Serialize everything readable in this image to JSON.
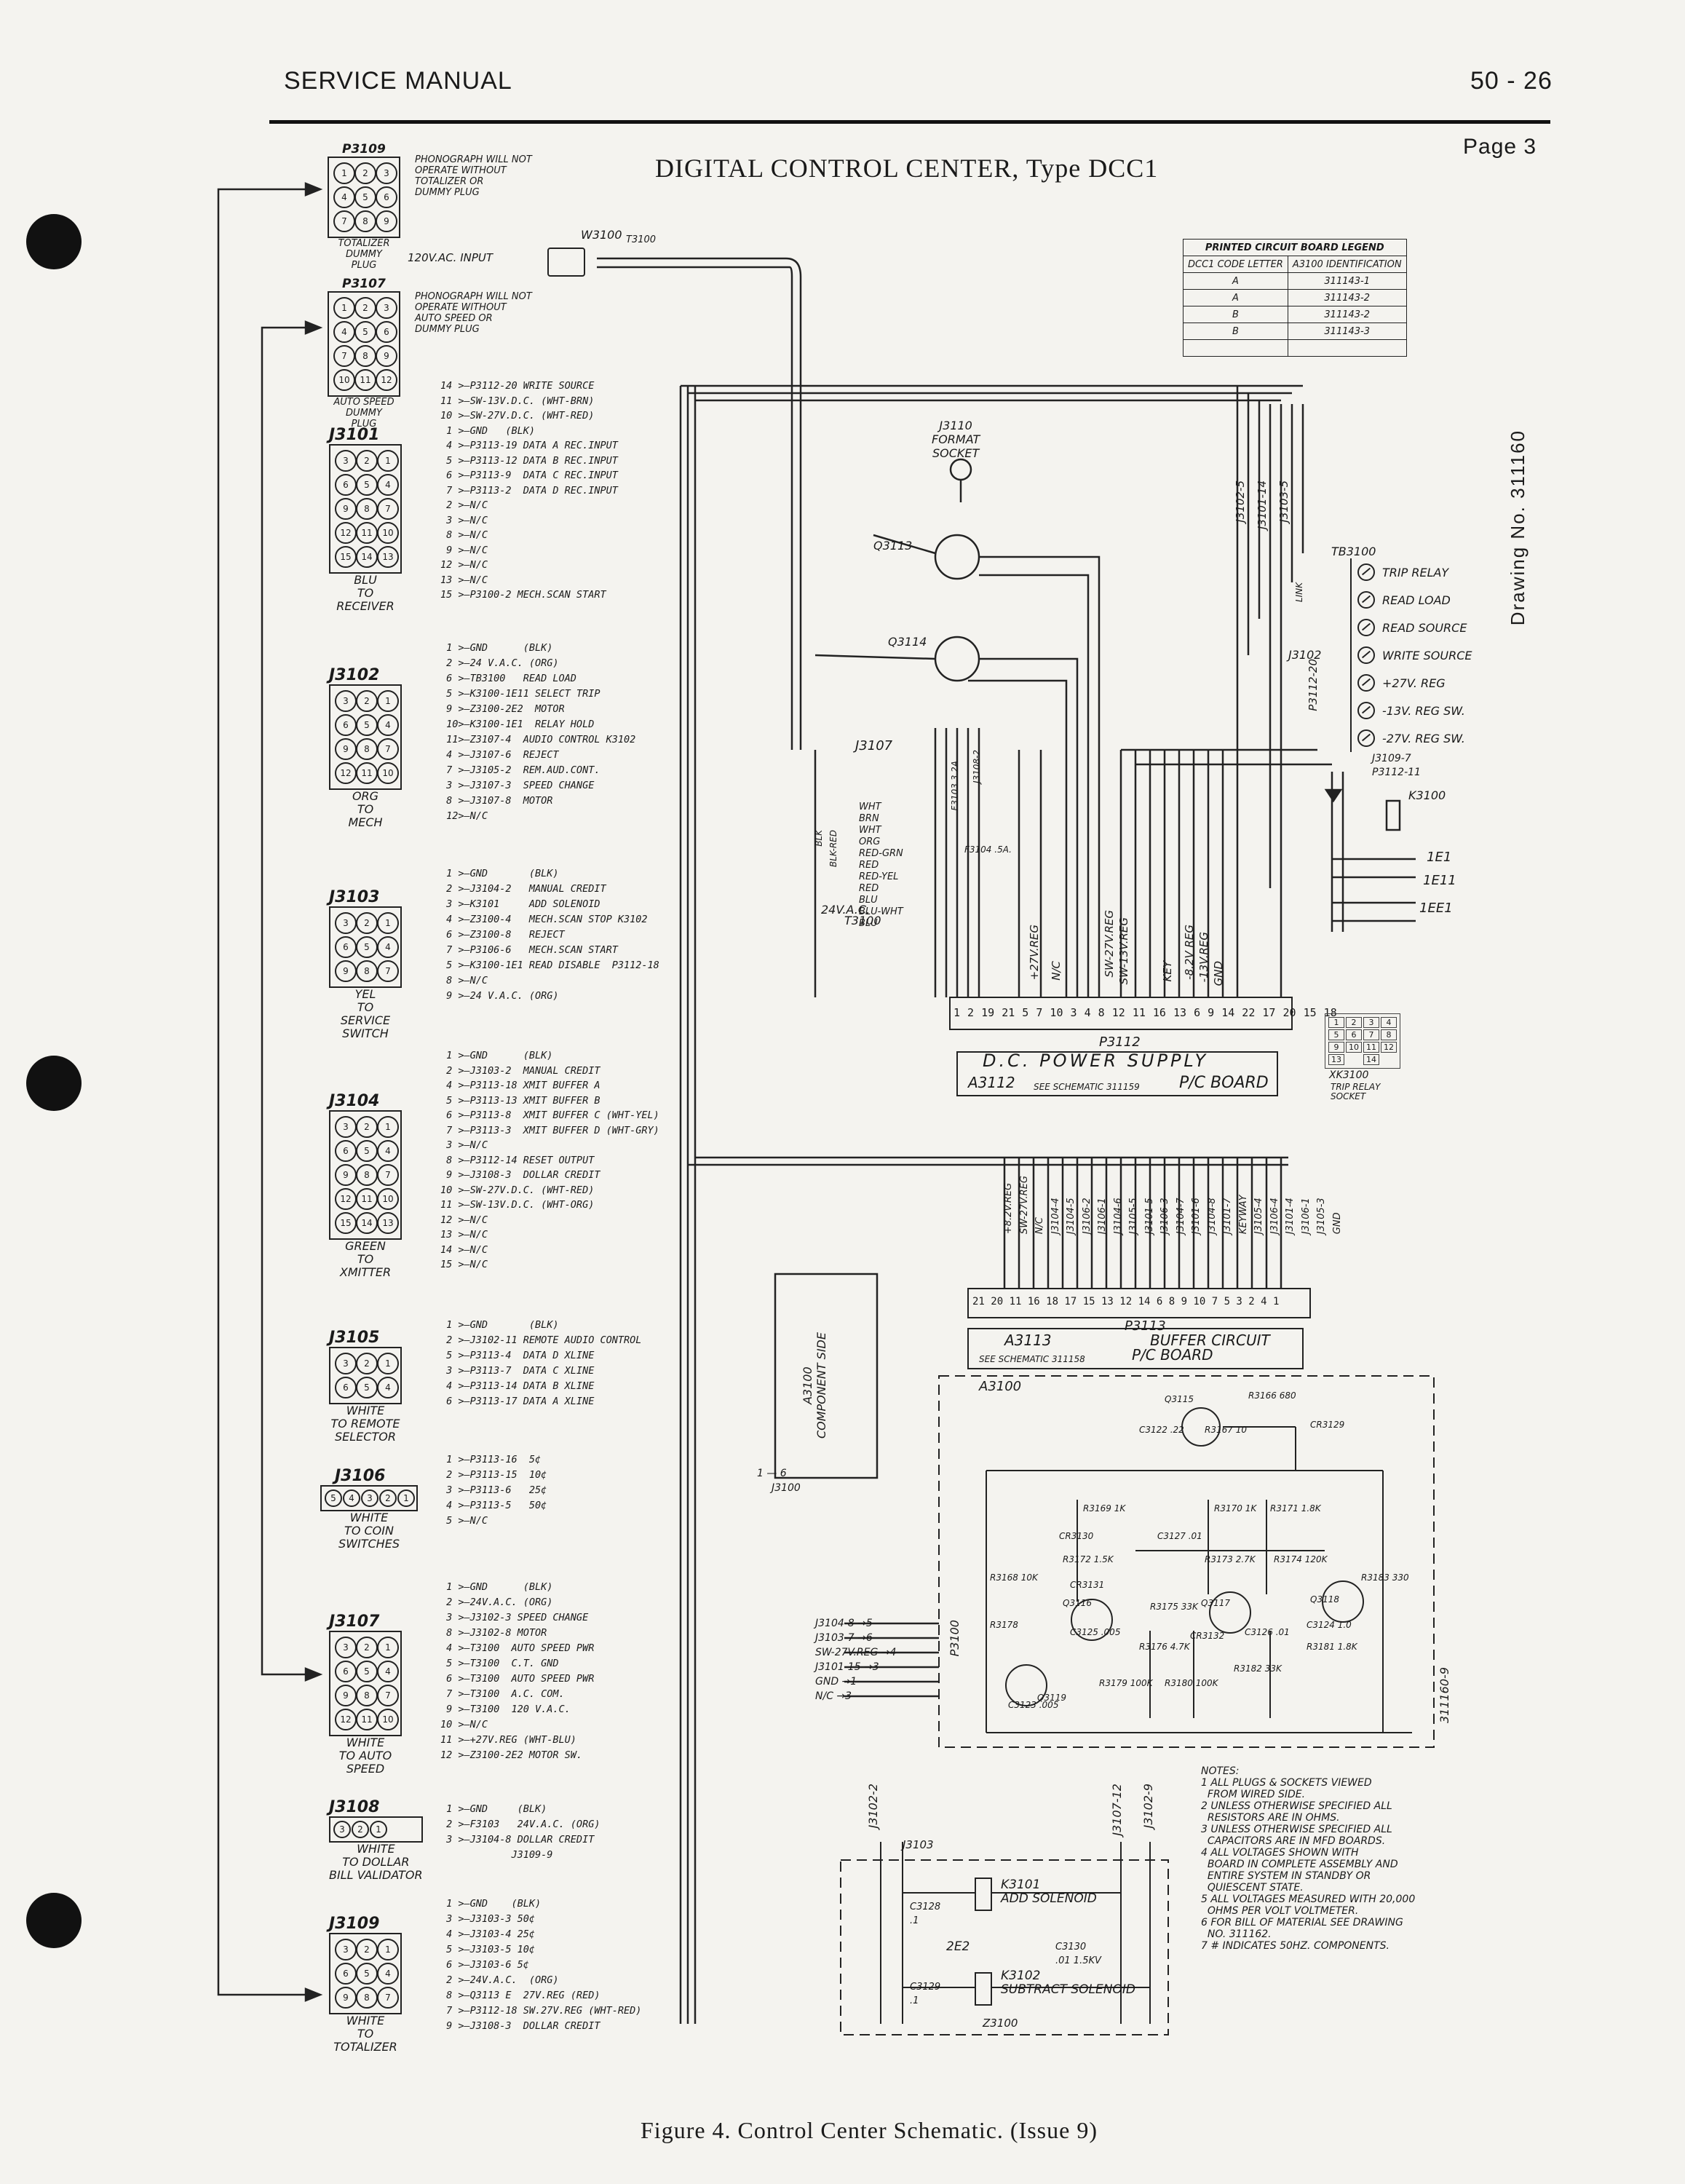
{
  "header": {
    "left": "SERVICE MANUAL",
    "right": "50 - 26",
    "page": "Page  3"
  },
  "title": "DIGITAL CONTROL CENTER, Type DCC1",
  "drawing_no": "Drawing No. 311160",
  "caption": "Figure 4. Control Center Schematic.  (Issue 9)",
  "power_input": {
    "plug": "W3100",
    "label": "120V.AC. INPUT",
    "cord_label": "T3100"
  },
  "left_plugs": [
    {
      "id": "P3109",
      "note": "PHONOGRAPH WILL NOT\nOPERATE WITHOUT\nTOTALIZER OR\nDUMMY PLUG",
      "caption": "TOTALIZER\nDUMMY\nPLUG"
    },
    {
      "id": "P3107",
      "note": "PHONOGRAPH WILL NOT\nOPERATE WITHOUT\nAUTO SPEED OR\nDUMMY PLUG",
      "caption": "AUTO SPEED\nDUMMY\nPLUG"
    }
  ],
  "connectors": [
    {
      "id": "J3101",
      "side": "J3101",
      "caption": "BLU\nTO\nRECEIVER",
      "pins": "14 >—P3112-20 WRITE SOURCE\n11 >—SW-13V.D.C. (WHT-BRN)\n10 >—SW-27V.D.C. (WHT-RED)\n 1 >—GND   (BLK)\n 4 >—P3113-19 DATA A REC.INPUT\n 5 >—P3113-12 DATA B REC.INPUT\n 6 >—P3113-9  DATA C REC.INPUT\n 7 >—P3113-2  DATA D REC.INPUT\n 2 >—N/C\n 3 >—N/C\n 8 >—N/C\n 9 >—N/C\n12 >—N/C\n13 >—N/C\n15 >—P3100-2 MECH.SCAN START"
    },
    {
      "id": "J3102",
      "side": "J3102",
      "caption": "ORG\nTO\nMECH",
      "pins": " 1 >—GND      (BLK)\n 2 >—24 V.A.C. (ORG)\n 6 >—TB3100   READ LOAD\n 5 >—K3100-1E11 SELECT TRIP\n 9 >—Z3100-2E2  MOTOR\n 10>—K3100-1E1  RELAY HOLD\n 11>—Z3107-4  AUDIO CONTROL K3102\n 4 >—J3107-6  REJECT\n 7 >—J3105-2  REM.AUD.CONT.\n 3 >—J3107-3  SPEED CHANGE\n 8 >—J3107-8  MOTOR\n 12>—N/C"
    },
    {
      "id": "J3103",
      "side": "J3103",
      "caption": "YEL\nTO\nSERVICE\nSWITCH",
      "pins": " 1 >—GND       (BLK)\n 2 >—J3104-2   MANUAL CREDIT\n 3 >—K3101     ADD SOLENOID\n 4 >—Z3100-4   MECH.SCAN STOP K3102\n 6 >—Z3100-8   REJECT\n 7 >—P3106-6   MECH.SCAN START\n 5 >—K3100-1E1 READ DISABLE  P3112-18\n 8 >—N/C\n 9 >—24 V.A.C. (ORG)"
    },
    {
      "id": "J3104",
      "side": "J3104",
      "caption": "GREEN\nTO\nXMITTER",
      "pins": " 1 >—GND      (BLK)\n 2 >—J3103-2  MANUAL CREDIT\n 4 >—P3113-18 XMIT BUFFER A\n 5 >—P3113-13 XMIT BUFFER B\n 6 >—P3113-8  XMIT BUFFER C (WHT-YEL)\n 7 >—P3113-3  XMIT BUFFER D (WHT-GRY)\n 3 >—N/C\n 8 >—P3112-14 RESET OUTPUT\n 9 >—J3108-3  DOLLAR CREDIT\n10 >—SW-27V.D.C. (WHT-RED)\n11 >—SW-13V.D.C. (WHT-ORG)\n12 >—N/C\n13 >—N/C\n14 >—N/C\n15 >—N/C"
    },
    {
      "id": "J3105",
      "side": "J3105",
      "caption": "WHITE\nTO REMOTE\nSELECTOR",
      "pins": " 1 >—GND       (BLK)\n 2 >—J3102-11 REMOTE AUDIO CONTROL\n 5 >—P3113-4  DATA D XLINE\n 3 >—P3113-7  DATA C XLINE\n 4 >—P3113-14 DATA B XLINE\n 6 >—P3113-17 DATA A XLINE"
    },
    {
      "id": "J3106",
      "side": "J3106",
      "caption": "WHITE\nTO COIN\nSWITCHES",
      "pins": " 1 >—P3113-16  5¢\n 2 >—P3113-15  10¢\n 3 >—P3113-6   25¢\n 4 >—P3113-5   50¢\n 5 >—N/C"
    },
    {
      "id": "J3107",
      "side": "J3107",
      "caption": "WHITE\nTO AUTO\nSPEED",
      "pins": " 1 >—GND      (BLK)\n 2 >—24V.A.C. (ORG)\n 3 >—J3102-3 SPEED CHANGE\n 8 >—J3102-8 MOTOR\n 4 >—T3100  AUTO SPEED PWR\n 5 >—T3100  C.T. GND\n 6 >—T3100  AUTO SPEED PWR\n 7 >—T3100  A.C. COM.\n 9 >—T3100  120 V.A.C.\n10 >—N/C\n11 >—+27V.REG (WHT-BLU)\n12 >—Z3100-2E2 MOTOR SW."
    },
    {
      "id": "J3108",
      "side": "J3108",
      "caption": "WHITE\nTO DOLLAR\nBILL VALIDATOR",
      "pins": " 1 >—GND     (BLK)\n 2 >—F3103   24V.A.C. (ORG)\n 3 >—J3104-8 DOLLAR CREDIT\n            J3109-9"
    },
    {
      "id": "J3109",
      "side": "J3109",
      "caption": "WHITE\nTO\nTOTALIZER",
      "pins": " 1 >—GND    (BLK)\n 3 >—J3103-3 50¢\n 4 >—J3103-4 25¢\n 5 >—J3103-5 10¢\n 6 >—J3103-6 5¢\n 2 >—24V.A.C.  (ORG)\n 8 >—Q3113 E  27V.REG (RED)\n 7 >—P3112-18 SW.27V.REG (WHT-RED)\n 9 >—J3108-3  DOLLAR CREDIT"
    }
  ],
  "legend": {
    "title": "PRINTED CIRCUIT BOARD LEGEND",
    "col1": "DCC1 CODE LETTER",
    "col2": "A3100 IDENTIFICATION",
    "rows": [
      [
        "A",
        "311143-1"
      ],
      [
        "A",
        "311143-2"
      ],
      [
        "B",
        "311143-2"
      ],
      [
        "B",
        "311143-3"
      ]
    ]
  },
  "socket_j3110": "J3110\nFORMAT\nSOCKET",
  "transistors": [
    "Q3113",
    "Q3114"
  ],
  "j3107_label": "J3107",
  "tb3100": {
    "id": "TB3100",
    "rows": [
      "TRIP RELAY",
      "READ LOAD",
      "READ SOURCE",
      "WRITE SOURCE",
      "+27V. REG",
      "-13V. REG SW.",
      "-27V. REG SW."
    ],
    "extra": [
      "J3109-7",
      "P3112-11"
    ]
  },
  "relay_k3100": {
    "id": "K3100",
    "contacts": [
      "1E1",
      "1E11",
      "1EE1"
    ]
  },
  "wire_tags_top": [
    "J3102-5",
    "J3101-14",
    "J3103-5",
    "J3102",
    "P3112-20",
    "LINK"
  ],
  "psu": {
    "pins": "1 2 19 21 5 7 10 3 4 8 12 11 16 13 6 9 14 22 17 20 15 18",
    "plug": "P3112",
    "title": "D.C. POWER SUPPLY",
    "board": "A3112",
    "see": "SEE SCHEMATIC 311159",
    "pc": "P/C BOARD",
    "labels": [
      "+27V.REG",
      "N/C",
      "SW-27V.REG",
      "SW-13V.REG",
      "KEY",
      "-8.2V REG",
      "-13V.REG",
      "GND"
    ]
  },
  "xk3100": {
    "id": "XK3100",
    "caption": "TRIP RELAY\nSOCKET",
    "pins": [
      "1",
      "2",
      "3",
      "4",
      "5",
      "6",
      "7",
      "8",
      "9",
      "10",
      "11",
      "12",
      "13",
      "14"
    ]
  },
  "transformer": {
    "id": "T3100",
    "leads": [
      "WHT",
      "BRN",
      "WHT",
      "ORG",
      "RED-GRN",
      "RED",
      "RED-YEL",
      "RED",
      "BLU",
      "BLU-WHT",
      "BLU",
      "BLK",
      "BLK-RED"
    ],
    "fuses": [
      "F3103 3.2A",
      "F3104 .5A."
    ],
    "vac": "24V.A.C.",
    "j3108": "J3108-2"
  },
  "buffer": {
    "pins": "21 20 11 16 18 17 15 13 12 14 6 8 9 10 7 5 3 2 4 1",
    "plug": "P3113",
    "board": "A3113",
    "title": "BUFFER CIRCUIT",
    "see": "SEE SCHEMATIC 311158",
    "pc": "P/C BOARD",
    "labels": [
      "+8.2V.REG",
      "SW-27V.REG",
      "N/C",
      "J3104-4",
      "J3104-5",
      "J3106-2",
      "J3106-1",
      "J3104-6",
      "J3105-5",
      "J3101-5",
      "J3106-3",
      "J3104-7",
      "J3101-6",
      "J3104-8",
      "J3101-7",
      "KEYWAY",
      "J3105-4",
      "J3106-4",
      "J3101-4",
      "J3106-1",
      "J3105-3",
      "GND"
    ]
  },
  "a3100_component": {
    "text": "A3100\nCOMPONENT SIDE",
    "plug": "J3100",
    "pins": "1 — 6"
  },
  "a3100": {
    "id": "A3100",
    "parts": [
      "Q3115",
      "R3166 680",
      "C3122 .22",
      "R3167 10",
      "CR3129",
      "R3169 1K",
      "R3170 1K",
      "R3171 1.8K",
      "CR3130",
      "C3127 .01",
      "R3172 1.5K",
      "CR3131",
      "R3173 2.7K",
      "R3174 120K",
      "R3175 33K",
      "Q3116",
      "Q3117",
      "Q3118",
      "R3168 10K",
      "R3178",
      "C3125 .005",
      "R3176 4.7K",
      "CR3132",
      "C3126 .01",
      "C3124 1.0",
      "R3181 1.8K",
      "R3182 33K",
      "R3179 100K",
      "R3180 100K",
      "Q3119",
      "R3183 330",
      "C3123 .005"
    ],
    "inputs": [
      "J3104-8 →5",
      "J3103-7 →6",
      "SW-27V.REG →4",
      "J3101-15 →3",
      "GND →1",
      "N/C →3"
    ],
    "plug": "P3100",
    "drawing": "311160-9"
  },
  "z3100": {
    "id": "Z3100",
    "tags": [
      "J3102-2",
      "J3103",
      "J3107-12",
      "J3102-9"
    ],
    "k3101": "K3101\nADD SOLENOID",
    "k3102": "K3102\nSUBTRACT SOLENOID",
    "c3128": "C3128\n.1",
    "c3129": "C3129\n.1",
    "c3130": "C3130\n.01 1.5KV",
    "mid": "2E2"
  },
  "notes": "NOTES:\n1 ALL PLUGS & SOCKETS VIEWED\n  FROM WIRED SIDE.\n2 UNLESS OTHERWISE SPECIFIED ALL\n  RESISTORS ARE IN OHMS.\n3 UNLESS OTHERWISE SPECIFIED ALL\n  CAPACITORS ARE IN MFD BOARDS.\n4 ALL VOLTAGES SHOWN WITH\n  BOARD IN COMPLETE ASSEMBLY AND\n  ENTIRE SYSTEM IN STANDBY OR\n  QUIESCENT STATE.\n5 ALL VOLTAGES MEASURED WITH 20,000\n  OHMS PER VOLT VOLTMETER.\n6 FOR BILL OF MATERIAL SEE DRAWING\n  NO. 311162.\n7 # INDICATES 50HZ. COMPONENTS."
}
